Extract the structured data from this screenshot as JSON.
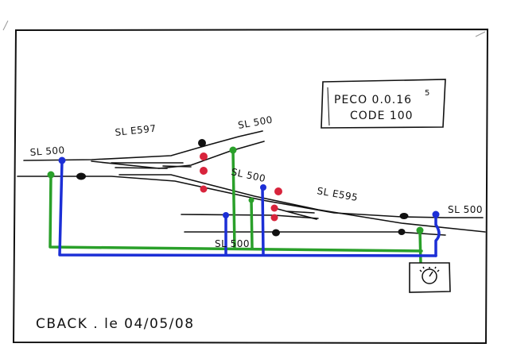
{
  "labels": {
    "sl_e597": "SL E597",
    "sl500_top": "SL 500",
    "sl500_left": "SL 500",
    "sl500_mid": "SL 500",
    "sl_e595": "SL E595",
    "sl500_right": "SL 500",
    "sl500_bottom": "SL 500"
  },
  "note": {
    "line1": "PECO 0.0.16",
    "superscript": "5",
    "line2": "CODE 100"
  },
  "signature": "CBACK . le 04/05/08",
  "colors": {
    "ink": "#111111",
    "green_wire": "#2aa02a",
    "blue_wire": "#1c2fd6",
    "red_dot": "#d8243c",
    "black_dot": "#111111"
  },
  "icons": {
    "controller": "rotary-knob-icon"
  }
}
